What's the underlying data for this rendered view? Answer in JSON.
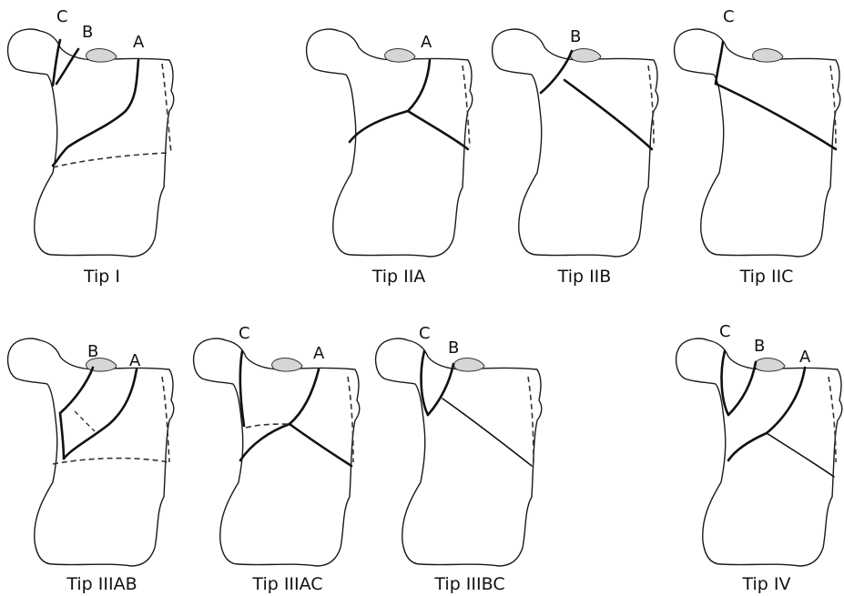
{
  "figures": [
    {
      "id": "tip-i",
      "caption": "Tip I",
      "labels": [
        "C",
        "B",
        "A"
      ]
    },
    {
      "id": "tip-iia",
      "caption": "Tip IIA",
      "labels": [
        "A"
      ]
    },
    {
      "id": "tip-iib",
      "caption": "Tip IIB",
      "labels": [
        "B"
      ]
    },
    {
      "id": "tip-iic",
      "caption": "Tip IIC",
      "labels": [
        "C"
      ]
    },
    {
      "id": "tip-iiiab",
      "caption": "Tip IIIAB",
      "labels": [
        "B",
        "A"
      ]
    },
    {
      "id": "tip-iiiac",
      "caption": "Tip IIIAC",
      "labels": [
        "C",
        "A"
      ]
    },
    {
      "id": "tip-iiibc",
      "caption": "Tip IIIBC",
      "labels": [
        "C",
        "B"
      ]
    },
    {
      "id": "tip-iv",
      "caption": "Tip IV",
      "labels": [
        "C",
        "B",
        "A"
      ]
    }
  ]
}
